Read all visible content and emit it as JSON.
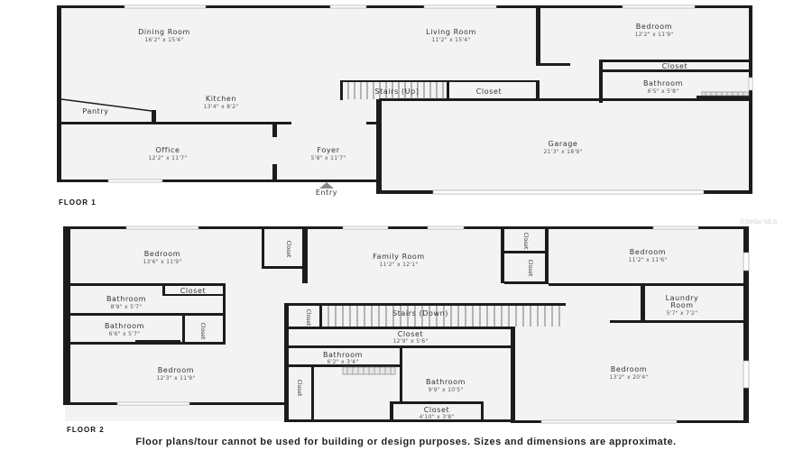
{
  "floor1": {
    "label": "FLOOR 1",
    "entry": "Entry",
    "rooms": {
      "dining": {
        "name": "Dining Room",
        "dim": "16'2\" x 15'4\""
      },
      "living": {
        "name": "Living Room",
        "dim": "11'2\" x 15'4\""
      },
      "bedroom": {
        "name": "Bedroom",
        "dim": "12'2\" x 11'9\""
      },
      "closet": {
        "name": "Closet"
      },
      "bathroom": {
        "name": "Bathroom",
        "dim": "6'5\" x 5'8\""
      },
      "stairs": {
        "name": "Stairs (Up)"
      },
      "stairs_closet": {
        "name": "Closet"
      },
      "kitchen": {
        "name": "Kitchen",
        "dim": "13'4\" x 8'2\""
      },
      "pantry": {
        "name": "Pantry"
      },
      "office": {
        "name": "Office",
        "dim": "12'2\" x 11'7\""
      },
      "foyer": {
        "name": "Foyer",
        "dim": "5'8\" x 11'7\""
      },
      "garage": {
        "name": "Garage",
        "dim": "21'3\" x 18'9\""
      }
    }
  },
  "floor2": {
    "label": "FLOOR 2",
    "rooms": {
      "bedroom_nw": {
        "name": "Bedroom",
        "dim": "13'6\" x 11'9\""
      },
      "closet_nw": {
        "name": "Closet"
      },
      "family": {
        "name": "Family Room",
        "dim": "11'2\" x 12'1\""
      },
      "closet_c1": {
        "name": "Closet"
      },
      "closet_c2": {
        "name": "Closet"
      },
      "bedroom_ne": {
        "name": "Bedroom",
        "dim": "11'2\" x 11'6\""
      },
      "bathroom_w1": {
        "name": "Bathroom",
        "dim": "8'9\" x 5'7\""
      },
      "closet_w1": {
        "name": "Closet"
      },
      "laundry": {
        "name": "Laundry Room",
        "name_line1": "Laundry",
        "name_line2": "Room",
        "dim": "5'7\" x 7'2\""
      },
      "bathroom_w2": {
        "name": "Bathroom",
        "dim": "6'6\" x 5'7\""
      },
      "closet_w2": {
        "name": "Closet"
      },
      "closet_hall": {
        "name": "Closet"
      },
      "stairs": {
        "name": "Stairs (Down)"
      },
      "closet_mid": {
        "name": "Closet",
        "dim": "12'9\" x 5'6\""
      },
      "bathroom_mid": {
        "name": "Bathroom",
        "dim": "6'2\" x 3'4\""
      },
      "bedroom_sw": {
        "name": "Bedroom",
        "dim": "12'3\" x 11'9\""
      },
      "closet_sw": {
        "name": "Closet"
      },
      "bathroom_s": {
        "name": "Bathroom",
        "dim": "9'9\" x 10'5\""
      },
      "bedroom_se": {
        "name": "Bedroom",
        "dim": "13'2\" x 20'4\""
      },
      "closet_s": {
        "name": "Closet",
        "dim": "4'10\" x 3'8\""
      }
    }
  },
  "disclaimer": "Floor plans/tour cannot be used for building or design purposes. Sizes and dimensions are approximate.",
  "watermark": "©Stellar MLS"
}
